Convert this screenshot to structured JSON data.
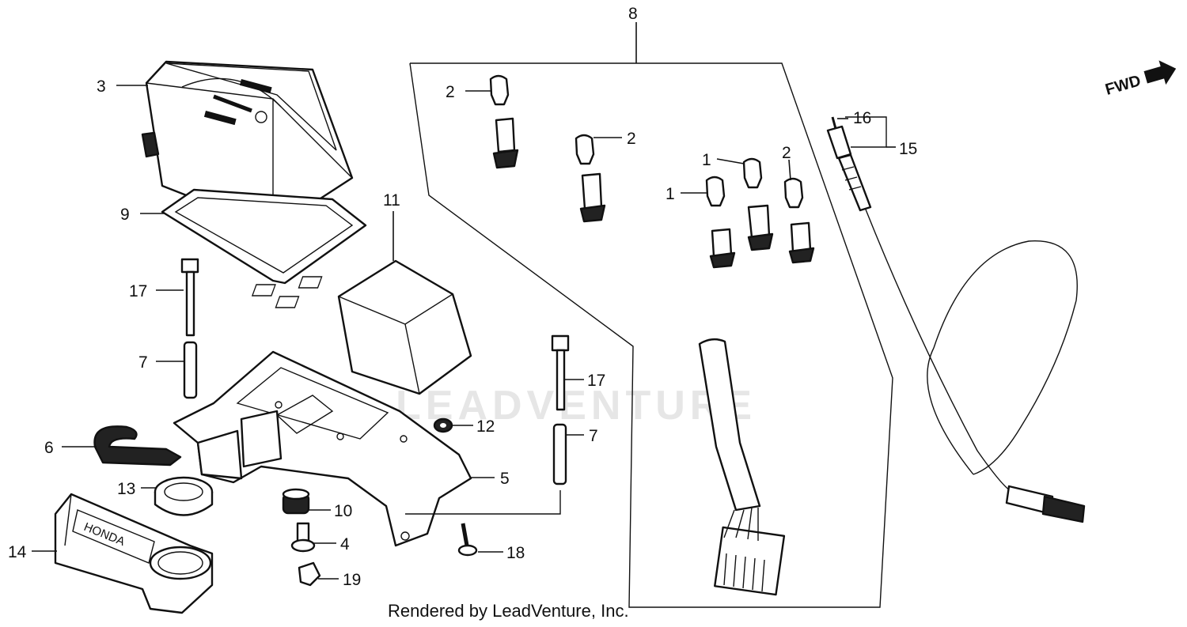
{
  "diagram": {
    "watermark": "LEADVENTURE",
    "credit": "Rendered by LeadVenture, Inc.",
    "direction_label": "FWD",
    "brand_plate_text": "HONDA",
    "callouts": {
      "c1a": "1",
      "c1b": "1",
      "c2a": "2",
      "c2b": "2",
      "c2c": "2",
      "c3": "3",
      "c4": "4",
      "c5": "5",
      "c6": "6",
      "c7a": "7",
      "c7b": "7",
      "c8": "8",
      "c9": "9",
      "c10": "10",
      "c11": "11",
      "c12": "12",
      "c13": "13",
      "c14": "14",
      "c15": "15",
      "c16": "16",
      "c17a": "17",
      "c17b": "17",
      "c18": "18",
      "c19": "19"
    }
  }
}
